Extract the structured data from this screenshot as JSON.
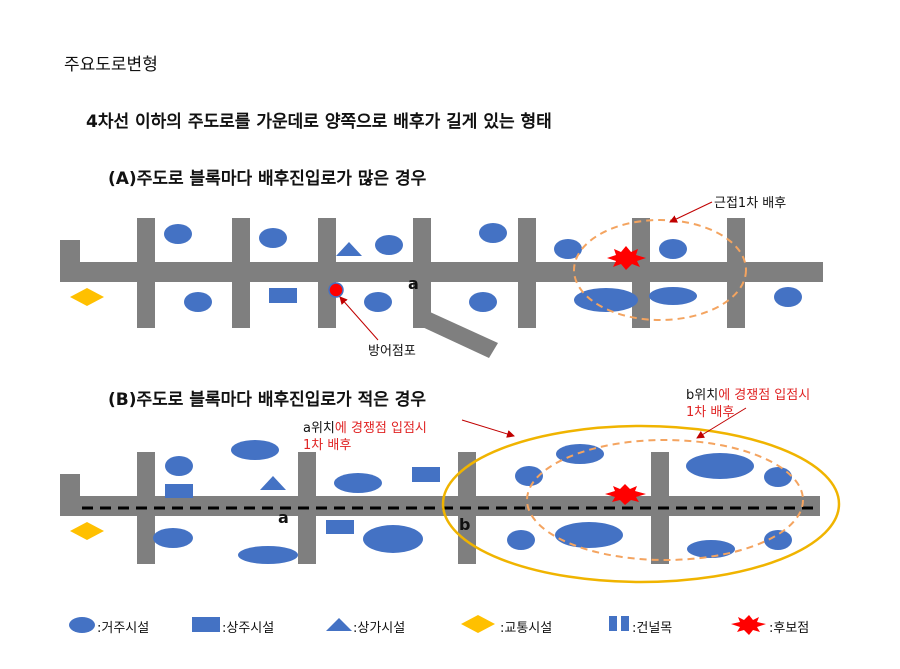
{
  "title": "주요도로변형",
  "subtitle": "4차선 이하의 주도로를 가운데로 양쪽으로 배후가 길게 있는 형태",
  "section_a": {
    "title": "(A)주도로 블록마다 배후진입로가 많은 경우",
    "callout_primary": "근접1차 배후",
    "callout_defense": "방어점포",
    "point_label": "a"
  },
  "section_b": {
    "title": "(B)주도로 블록마다 배후진입로가 적은 경우",
    "point_a": "a",
    "point_b": "b",
    "callout_a": {
      "prefix": "a위치",
      "highlight": "에 경쟁점 입점시",
      "line2": "1차 배후"
    },
    "callout_b": {
      "prefix": "b위치",
      "highlight": "에 경쟁점 입점시",
      "line2": "1차 배후"
    }
  },
  "legend": [
    {
      "icon": "ellipse-icon",
      "label": ":거주시설"
    },
    {
      "icon": "rectangle-icon",
      "label": ":상주시설"
    },
    {
      "icon": "triangle-icon",
      "label": ":상가시설"
    },
    {
      "icon": "diamond-icon",
      "label": ":교통시설"
    },
    {
      "icon": "crosswalk-icon",
      "label": ":건널목"
    },
    {
      "icon": "burst-icon",
      "label": ":후보점"
    }
  ],
  "colors": {
    "road": "#7f7f7f",
    "facility": "#4472c4",
    "transport": "#ffc000",
    "candidate": "#ff0000",
    "circle_orange": "#f4a460",
    "circle_yellow": "#f0b400",
    "red_text": "#e02424",
    "arrow": "#c00000"
  }
}
